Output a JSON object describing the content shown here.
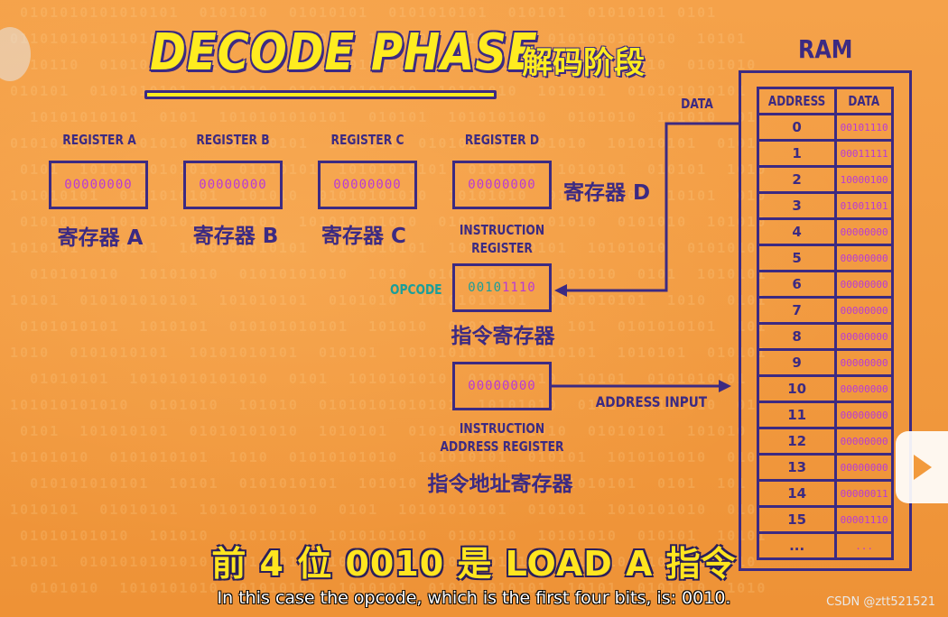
{
  "title": "DECODE PHASE",
  "title_cn": "解码阶段",
  "registers": [
    {
      "label": "REGISTER A",
      "value": "00000000",
      "label_cn": "寄存器 A"
    },
    {
      "label": "REGISTER B",
      "value": "00000000",
      "label_cn": "寄存器 B"
    },
    {
      "label": "REGISTER C",
      "value": "00000000",
      "label_cn": "寄存器 C"
    },
    {
      "label": "REGISTER D",
      "value": "00000000",
      "label_cn": "寄存器 D"
    }
  ],
  "instruction_register": {
    "label_line1": "INSTRUCTION",
    "label_line2": "REGISTER",
    "opcode_label": "OPCODE",
    "opcode_bits": "0010",
    "rest_bits": "1110",
    "label_cn": "指令寄存器"
  },
  "instruction_address_register": {
    "value": "00000000",
    "label_line1": "INSTRUCTION",
    "label_line2": "ADDRESS REGISTER",
    "label_cn": "指令地址寄存器"
  },
  "data_label": "DATA",
  "address_input_label": "ADDRESS INPUT",
  "ram": {
    "title": "RAM",
    "headers": [
      "ADDRESS",
      "DATA"
    ],
    "rows": [
      [
        "0",
        "00101110"
      ],
      [
        "1",
        "00011111"
      ],
      [
        "2",
        "10000100"
      ],
      [
        "3",
        "01001101"
      ],
      [
        "4",
        "00000000"
      ],
      [
        "5",
        "00000000"
      ],
      [
        "6",
        "00000000"
      ],
      [
        "7",
        "00000000"
      ],
      [
        "8",
        "00000000"
      ],
      [
        "9",
        "00000000"
      ],
      [
        "10",
        "00000000"
      ],
      [
        "11",
        "00000000"
      ],
      [
        "12",
        "00000000"
      ],
      [
        "13",
        "00000000"
      ],
      [
        "14",
        "00000011"
      ],
      [
        "15",
        "00001110"
      ],
      [
        "...",
        "..."
      ]
    ]
  },
  "subtitle_cn": "前 4 位 0010 是 LOAD A 指令",
  "subtitle_en": "In this case the opcode, which is the first four bits, is: 0010.",
  "watermark": "CSDN @ztt521521",
  "colors": {
    "background": "#f29a3c",
    "navy": "#3c2a82",
    "title_yellow": "#ffec1f",
    "data_magenta": "#b83ad6",
    "opcode_teal": "#1a9e9a"
  },
  "icons": [
    "play-icon",
    "logo-icon"
  ]
}
